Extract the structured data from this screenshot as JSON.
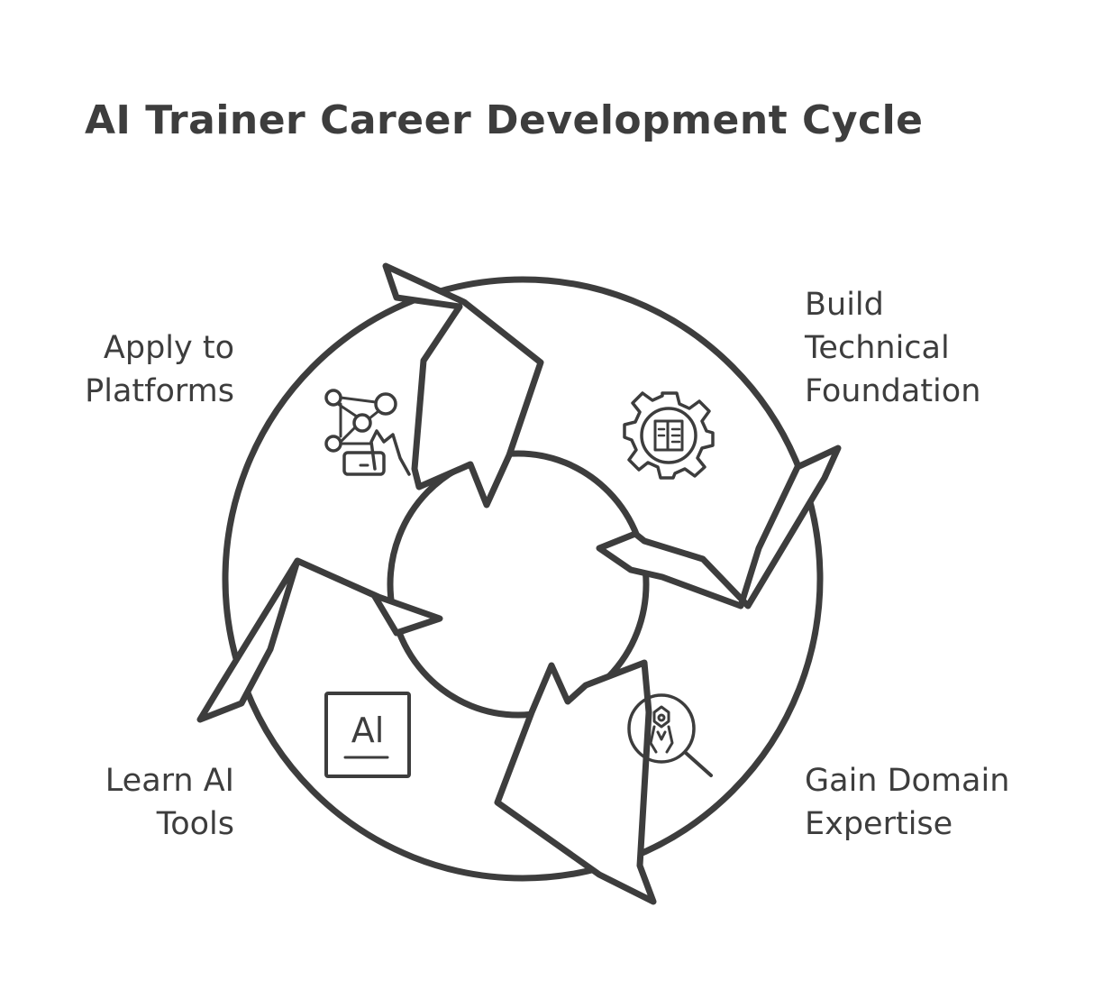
{
  "title": "AI Trainer Career Development Cycle",
  "steps": [
    {
      "lines": [
        "Build",
        "Technical",
        "Foundation"
      ],
      "icon": "gear-document-icon"
    },
    {
      "lines": [
        "Gain Domain",
        "Expertise"
      ],
      "icon": "magnifier-expert-icon"
    },
    {
      "lines": [
        "Learn AI",
        "Tools"
      ],
      "icon": "ai-chip-icon",
      "icon_text": "Al"
    },
    {
      "lines": [
        "Apply to",
        "Platforms"
      ],
      "icon": "network-tablet-icon"
    }
  ],
  "colors": {
    "stroke": "#3d3d3d",
    "background": "#ffffff"
  }
}
